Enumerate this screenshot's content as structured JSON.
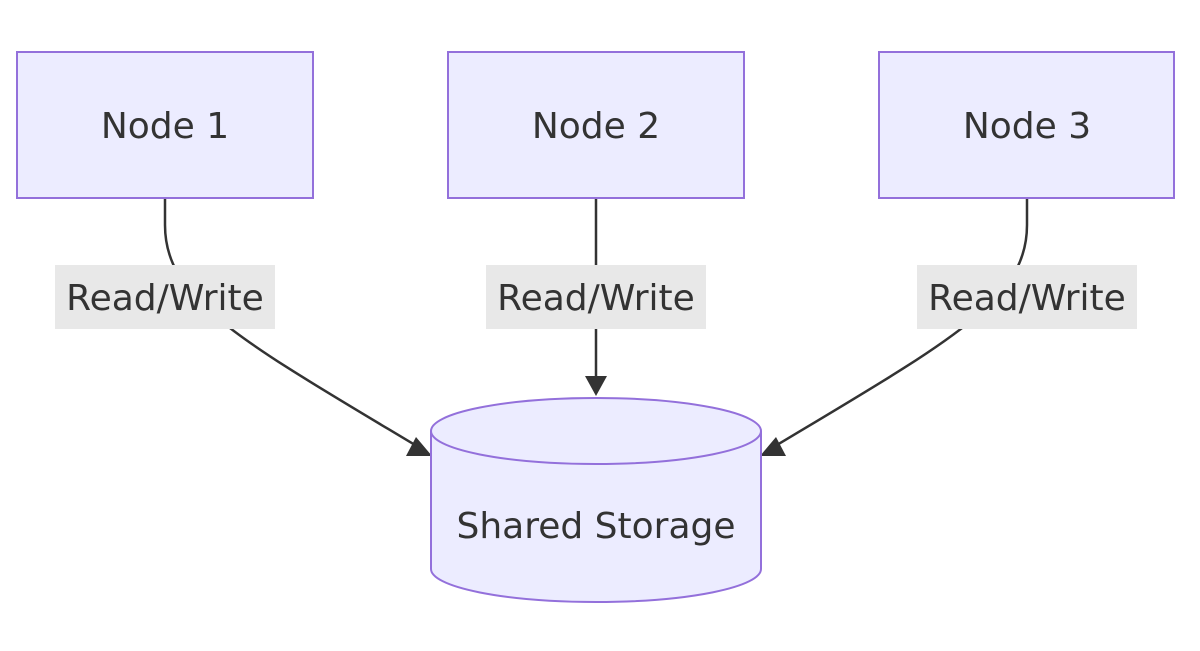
{
  "nodes": [
    {
      "id": "node1",
      "label": "Node 1"
    },
    {
      "id": "node2",
      "label": "Node 2"
    },
    {
      "id": "node3",
      "label": "Node 3"
    }
  ],
  "storage": {
    "label": "Shared Storage"
  },
  "edges": [
    {
      "from": "node1",
      "to": "storage",
      "label": "Read/Write"
    },
    {
      "from": "node2",
      "to": "storage",
      "label": "Read/Write"
    },
    {
      "from": "node3",
      "to": "storage",
      "label": "Read/Write"
    }
  ],
  "colors": {
    "node_fill": "#ececff",
    "node_stroke": "#9370db",
    "edge": "#333333",
    "edge_label_bg": "#e8e8e8",
    "text": "#333333"
  }
}
